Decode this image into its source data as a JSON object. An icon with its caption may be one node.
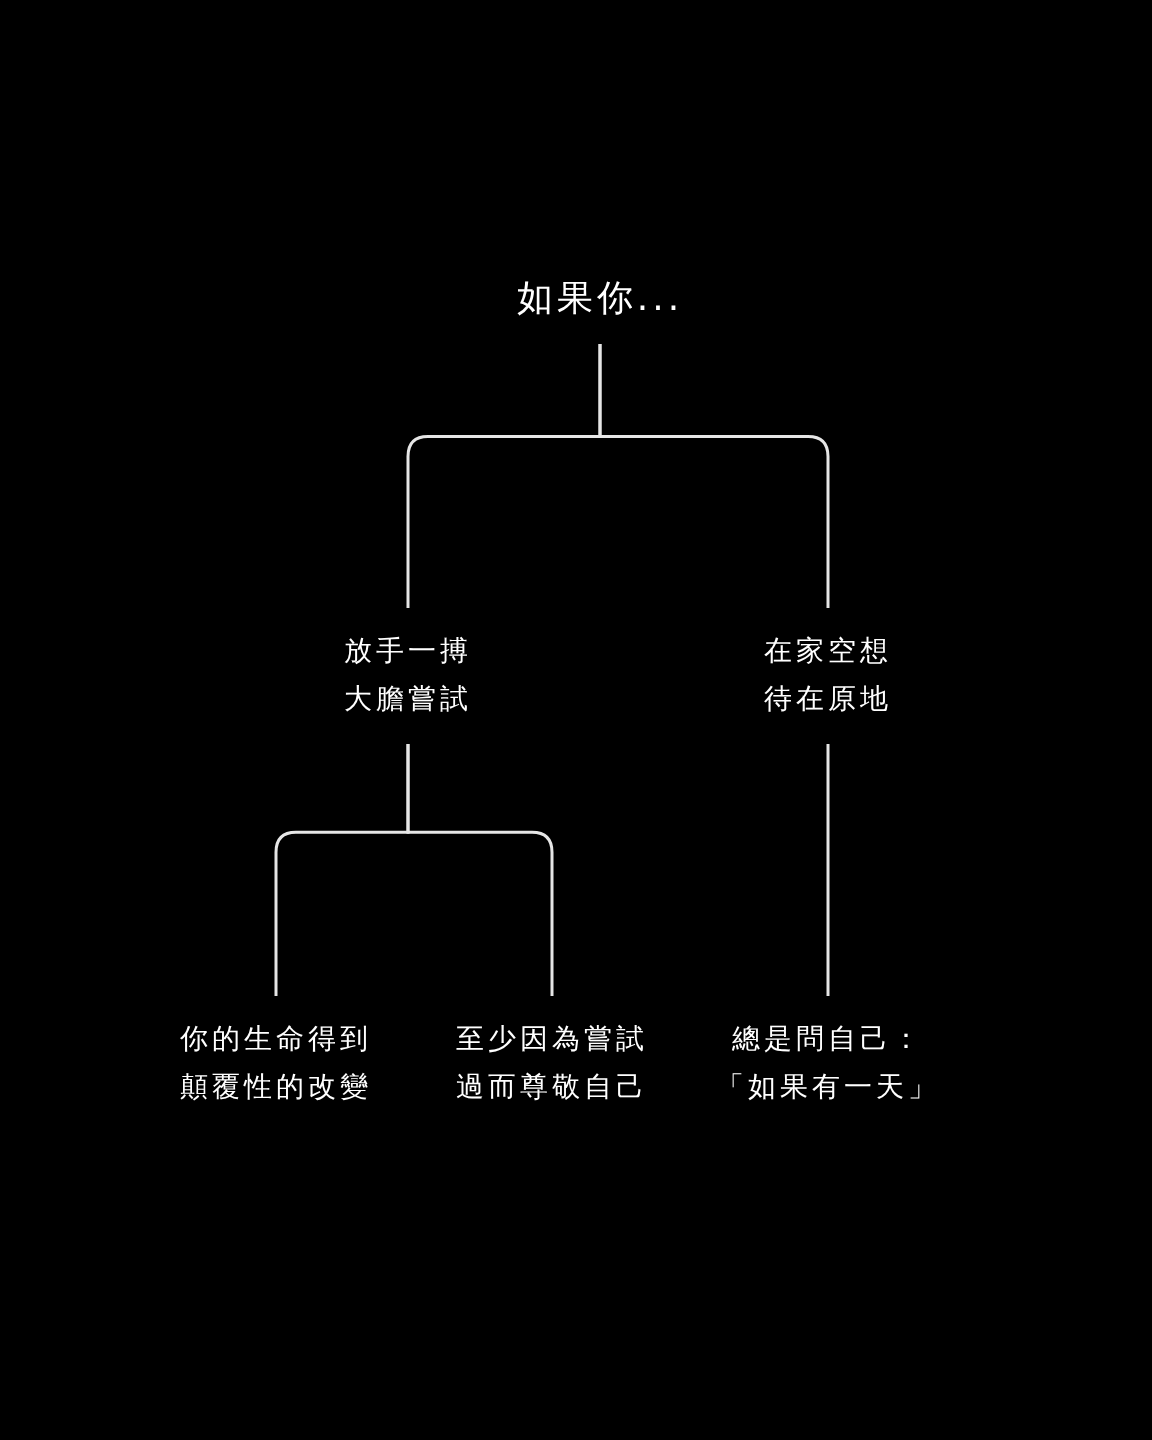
{
  "diagram": {
    "nodes": [
      {
        "text": [
          "如果你..."
        ]
      },
      {
        "text": [
          "放手一搏大膽嘗試"
        ]
      },
      {
        "text": [
          "在家空想待在原地"
        ]
      },
      {
        "text": [
          "你的生命得到顛覆性的改變"
        ]
      },
      {
        "text": [
          "至少因為嘗試過而尊敬自己"
        ]
      },
      {
        "text": [
          "總是問自己：「如果有一天」"
        ]
      }
    ],
    "edges": [
      {
        "from": 0,
        "to": 1,
        "arrow": "none"
      },
      {
        "from": 0,
        "to": 2,
        "arrow": "none"
      },
      {
        "from": 1,
        "to": 3,
        "arrow": "none"
      },
      {
        "from": 1,
        "to": 4,
        "arrow": "none"
      },
      {
        "from": 2,
        "to": 5,
        "arrow": "none"
      }
    ]
  }
}
